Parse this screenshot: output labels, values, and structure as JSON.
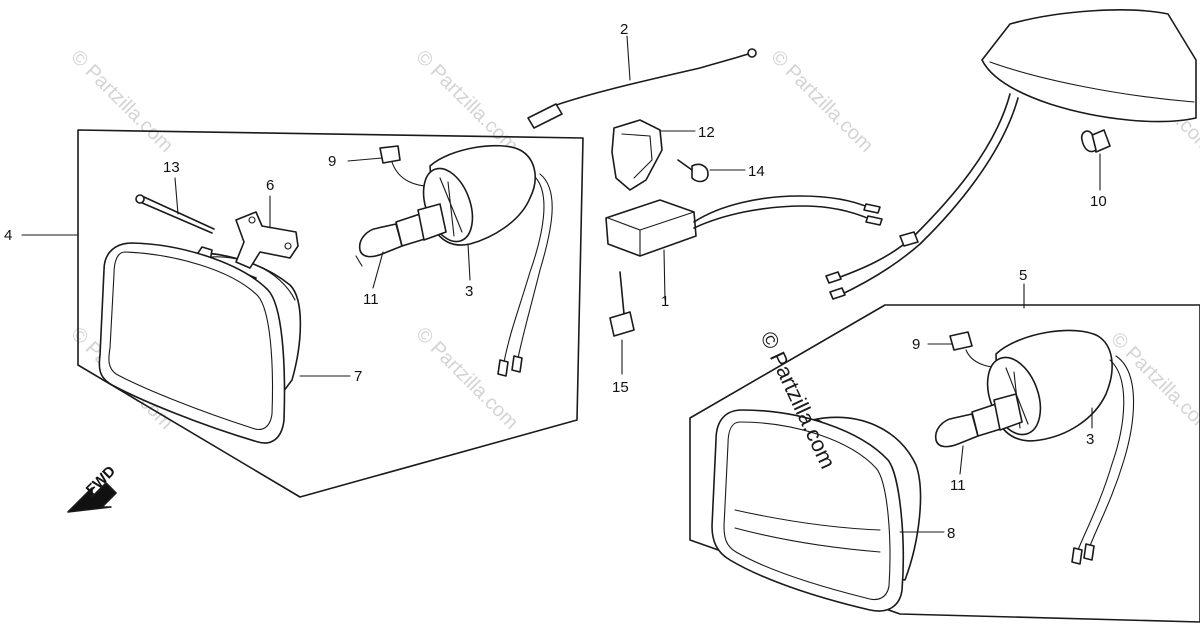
{
  "watermark": "© Partzilla.com",
  "direction_label": "FWD",
  "callouts": {
    "c1": "1",
    "c2": "2",
    "c3a": "3",
    "c3b": "3",
    "c4": "4",
    "c5": "5",
    "c6": "6",
    "c7": "7",
    "c8": "8",
    "c9a": "9",
    "c9b": "9",
    "c10": "10",
    "c11a": "11",
    "c11b": "11",
    "c12": "12",
    "c13": "13",
    "c14": "14",
    "c15": "15"
  }
}
